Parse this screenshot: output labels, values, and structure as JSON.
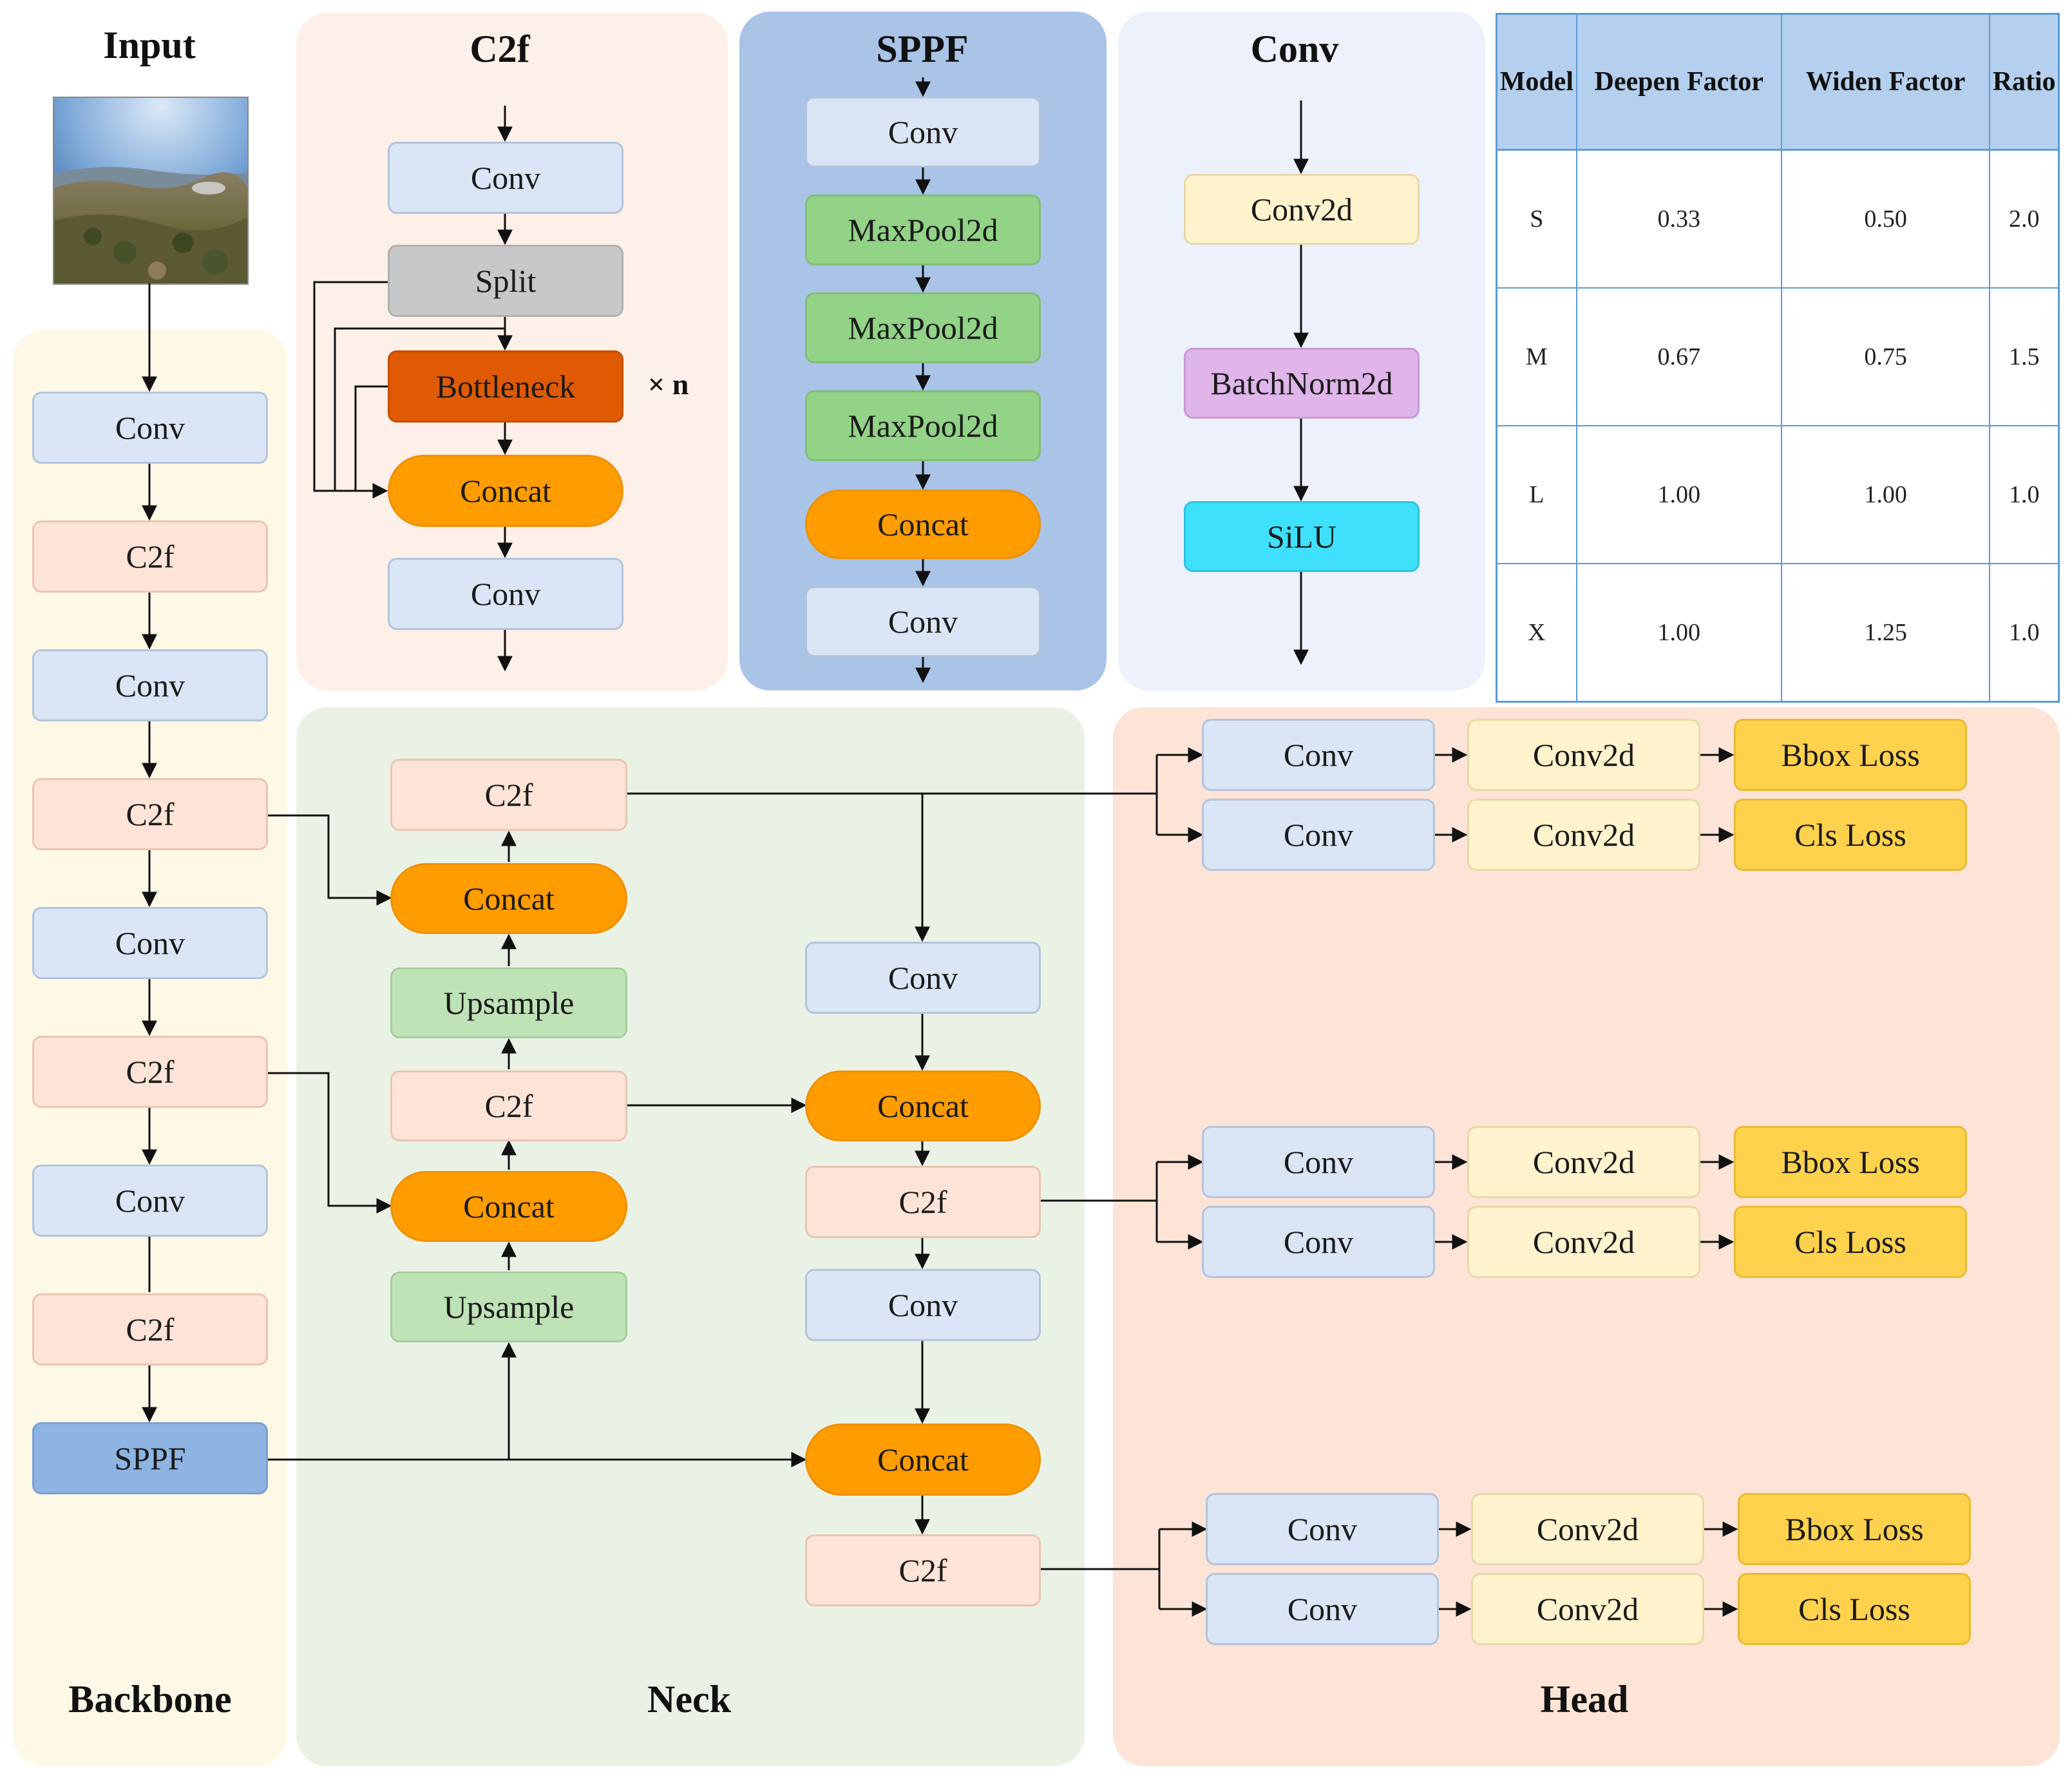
{
  "titles": {
    "input": "Input",
    "c2f": "C2f",
    "sppf": "SPPF",
    "conv": "Conv",
    "backbone": "Backbone",
    "neck": "Neck",
    "head": "Head"
  },
  "labels": {
    "conv": "Conv",
    "c2f": "C2f",
    "concat": "Concat",
    "split": "Split",
    "bottleneck": "Bottleneck",
    "times_n": "× n",
    "maxpool": "MaxPool2d",
    "upsample": "Upsample",
    "sppf": "SPPF",
    "conv2d": "Conv2d",
    "batchnorm": "BatchNorm2d",
    "silu": "SiLU",
    "bbox_loss": "Bbox Loss",
    "cls_loss": "Cls Loss"
  },
  "table": {
    "headers": [
      "Model",
      "Deepen Factor",
      "Widen Factor",
      "Ratio"
    ],
    "rows": [
      [
        "S",
        "0.33",
        "0.50",
        "2.0"
      ],
      [
        "M",
        "0.67",
        "0.75",
        "1.5"
      ],
      [
        "L",
        "1.00",
        "1.00",
        "1.0"
      ],
      [
        "X",
        "1.00",
        "1.25",
        "1.0"
      ]
    ]
  },
  "colors": {
    "backbone_bg": "#fef8e6",
    "c2f_bg": "#fdf0e8",
    "sppf_bg": "#aac4e8",
    "conv_bg": "#ecf1fb",
    "neck_bg": "#eaf2e6",
    "head_bg": "#fde4d6",
    "table_border": "#5b9bd5"
  }
}
